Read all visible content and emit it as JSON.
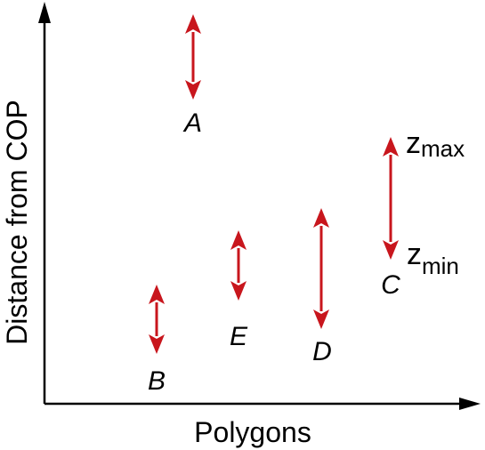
{
  "axes": {
    "x_label": "Polygons",
    "y_label": "Distance from COP"
  },
  "polygons": [
    {
      "label": "A"
    },
    {
      "label": "B"
    },
    {
      "label": "C"
    },
    {
      "label": "D"
    },
    {
      "label": "E"
    }
  ],
  "z_labels": {
    "max": {
      "base": "z",
      "sub": "max"
    },
    "min": {
      "base": "z",
      "sub": "min"
    }
  },
  "colors": {
    "arrow": "#c8161d",
    "axis": "#000000",
    "text": "#000000"
  }
}
